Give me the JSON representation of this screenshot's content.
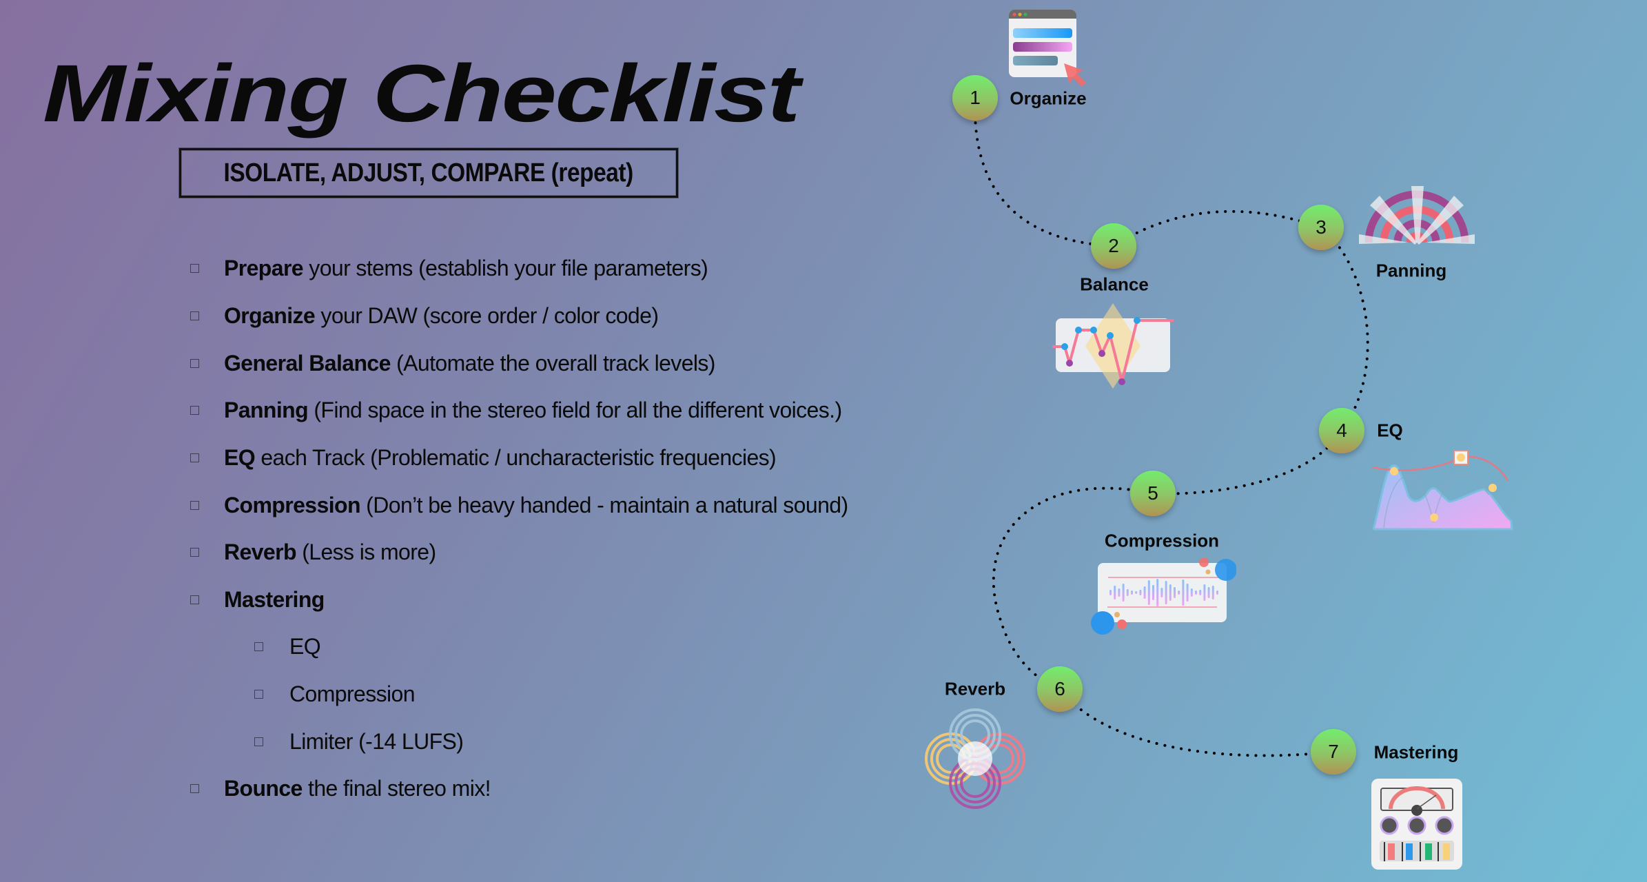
{
  "title": "Mixing Checklist",
  "subtitle": "ISOLATE, ADJUST, COMPARE (repeat)",
  "checklist": [
    {
      "bold": "Prepare",
      "text": " your stems (establish your file parameters)",
      "level": 0
    },
    {
      "bold": "Organize",
      "text": " your DAW (score order / color code)",
      "level": 0
    },
    {
      "bold": "General Balance",
      "text": " (Automate the overall track levels)",
      "level": 0
    },
    {
      "bold": "Panning",
      "text": " (Find space in the stereo field for all the different voices.)",
      "level": 0
    },
    {
      "bold": "EQ",
      "text": " each Track (Problematic / uncharacteristic frequencies)",
      "level": 0
    },
    {
      "bold": "Compression",
      "text": " (Don’t be heavy handed - maintain a natural sound)",
      "level": 0
    },
    {
      "bold": "Reverb",
      "text": " (Less is more)",
      "level": 0
    },
    {
      "bold": "Mastering",
      "text": "",
      "level": 0
    },
    {
      "bold": "",
      "text": "EQ",
      "level": 1
    },
    {
      "bold": "",
      "text": "Compression",
      "level": 1
    },
    {
      "bold": "",
      "text": "Limiter (-14 LUFS)",
      "level": 1
    },
    {
      "bold": "Bounce",
      "text": " the final stereo mix!",
      "level": 0
    }
  ],
  "steps": [
    {
      "number": "1",
      "label": "Organize",
      "icon": "daw-window-icon"
    },
    {
      "number": "2",
      "label": "Balance",
      "icon": "automation-graph-icon"
    },
    {
      "number": "3",
      "label": "Panning",
      "icon": "stereo-fan-icon"
    },
    {
      "number": "4",
      "label": "EQ",
      "icon": "eq-curve-icon"
    },
    {
      "number": "5",
      "label": "Compression",
      "icon": "waveform-icon"
    },
    {
      "number": "6",
      "label": "Reverb",
      "icon": "ripples-icon"
    },
    {
      "number": "7",
      "label": "Mastering",
      "icon": "mixer-console-icon"
    }
  ],
  "colors": {
    "node_top": "#73ec6e",
    "node_bottom": "#b09354",
    "background_start": "#8670a0",
    "background_end": "#72bdd6"
  }
}
